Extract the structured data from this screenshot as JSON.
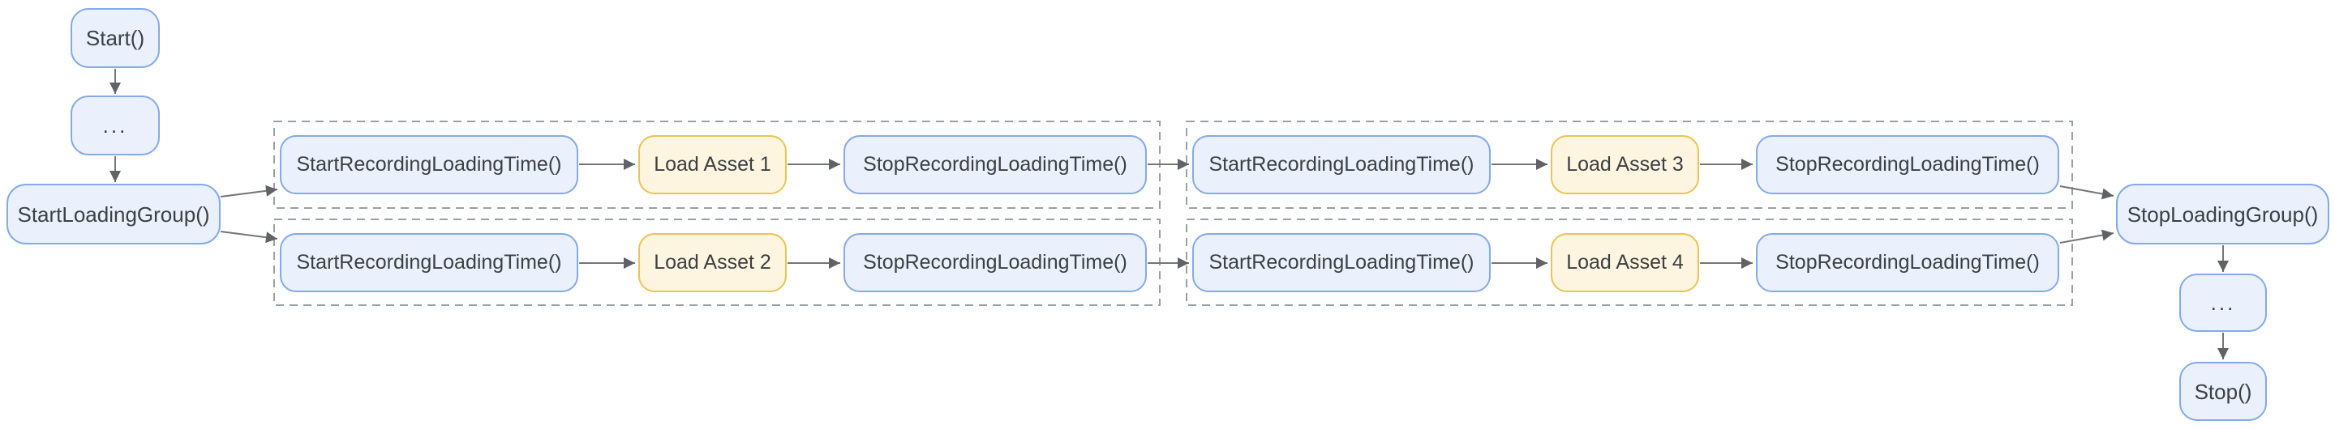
{
  "colors": {
    "process_fill": "#EAF1FD",
    "process_border": "#84A9EC",
    "asset_fill": "#FDF5E0",
    "asset_border": "#ECC454",
    "arrow": "#757575",
    "arrowhead": "#5F6368",
    "group_border": "#9AA0A6",
    "text": "#3C4043",
    "background": "#FFFFFF"
  },
  "pre_group_chain": {
    "start": "Start()",
    "ellipsis": "...",
    "start_loading_group": "StartLoadingGroup()"
  },
  "loading_groups": [
    {
      "rows": [
        {
          "cells": [
            {
              "label": "StartRecordingLoadingTime()",
              "type": "process"
            },
            {
              "label": "Load Asset 1",
              "type": "asset"
            },
            {
              "label": "StopRecordingLoadingTime()",
              "type": "process"
            }
          ]
        },
        {
          "cells": [
            {
              "label": "StartRecordingLoadingTime()",
              "type": "process"
            },
            {
              "label": "Load Asset 2",
              "type": "asset"
            },
            {
              "label": "StopRecordingLoadingTime()",
              "type": "process"
            }
          ]
        }
      ]
    },
    {
      "rows": [
        {
          "cells": [
            {
              "label": "StartRecordingLoadingTime()",
              "type": "process"
            },
            {
              "label": "Load Asset 3",
              "type": "asset"
            },
            {
              "label": "StopRecordingLoadingTime()",
              "type": "process"
            }
          ]
        },
        {
          "cells": [
            {
              "label": "StartRecordingLoadingTime()",
              "type": "process"
            },
            {
              "label": "Load Asset 4",
              "type": "asset"
            },
            {
              "label": "StopRecordingLoadingTime()",
              "type": "process"
            }
          ]
        }
      ]
    }
  ],
  "post_group_chain": {
    "stop_loading_group": "StopLoadingGroup()",
    "ellipsis": "...",
    "stop": "Stop()"
  }
}
